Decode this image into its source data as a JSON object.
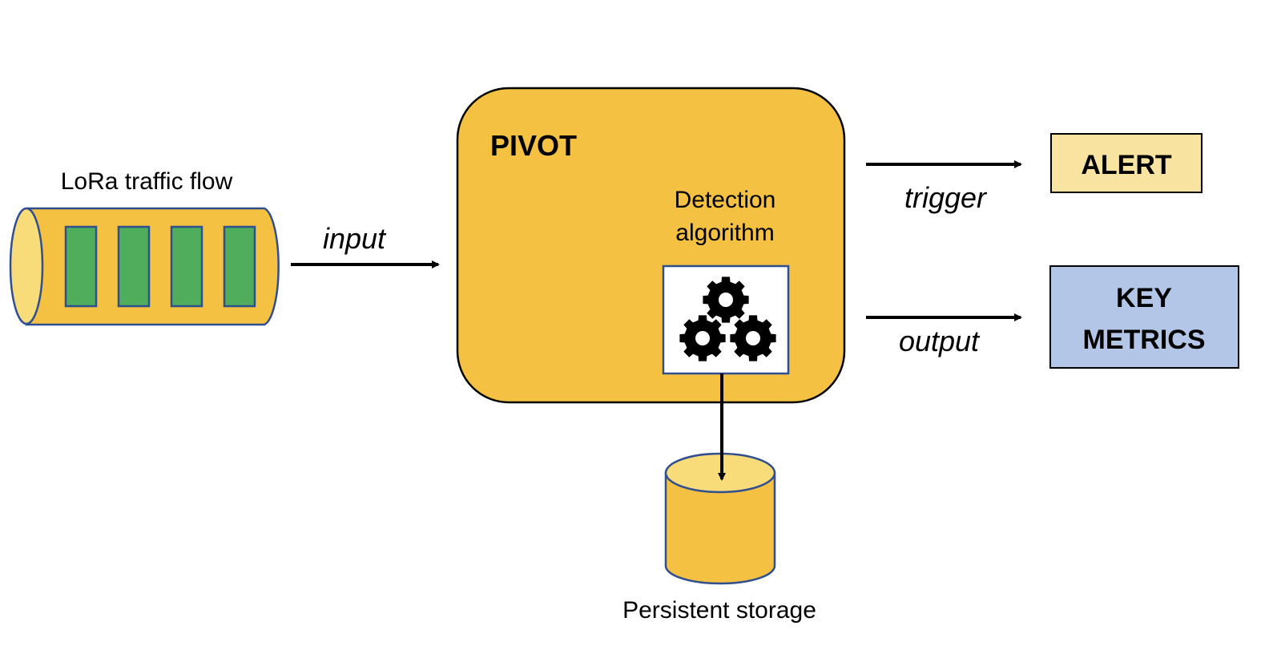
{
  "traffic": {
    "label": "LoRa traffic flow",
    "packet_count": 4
  },
  "edges": {
    "input": "input",
    "trigger": "trigger",
    "output": "output"
  },
  "pivot": {
    "title": "PIVOT",
    "algorithm_line1": "Detection",
    "algorithm_line2": "algorithm"
  },
  "alert": {
    "label": "ALERT"
  },
  "metrics": {
    "line1": "KEY",
    "line2": "METRICS"
  },
  "storage": {
    "label": "Persistent storage"
  },
  "icons": {
    "algorithm": "gears-icon"
  },
  "colors": {
    "fill": "#F4C142",
    "fill_light": "#F9DC7A",
    "packet": "#4FAD5B",
    "stroke": "#2F4F8F",
    "alert_fill": "#F9E3A0",
    "metrics_fill": "#B4C6E7",
    "line": "#000000"
  }
}
